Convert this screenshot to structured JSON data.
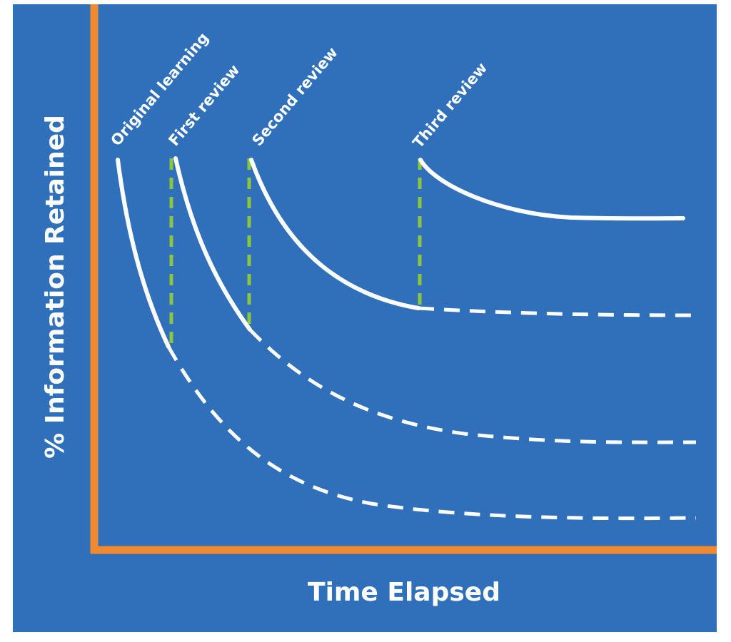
{
  "axes": {
    "x_title": "Time Elapsed",
    "y_title": "% Information Retained"
  },
  "stages": [
    {
      "label": "Original learning"
    },
    {
      "label": "First review"
    },
    {
      "label": "Second review"
    },
    {
      "label": "Third review"
    }
  ],
  "colors": {
    "background": "#306fb9",
    "axis": "#ef8a33",
    "curve": "#ffffff",
    "review_marker": "#8cc63f"
  }
}
